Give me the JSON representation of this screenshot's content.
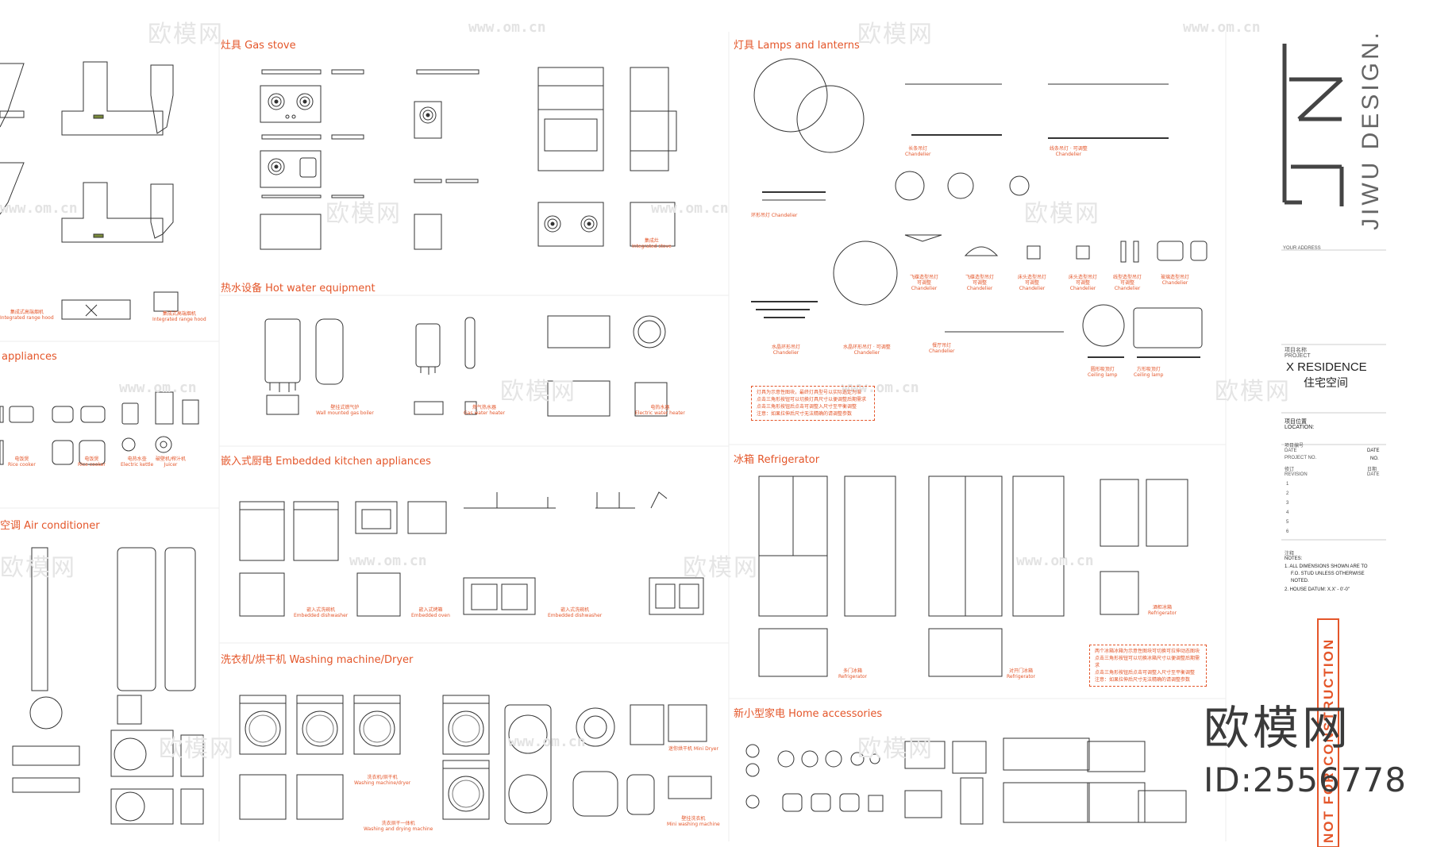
{
  "sections": {
    "gas_stove": "灶具 Gas stove",
    "lamps": "灯具 Lamps and lanterns",
    "appliances": "appliances",
    "hot_water": "热水设备 Hot water equipment",
    "embedded": "嵌入式厨电 Embedded kitchen appliances",
    "refrigerator": "冰箱 Refrigerator",
    "air_conditioner": "空调 Air conditioner",
    "washing": "洗衣机/烘干机 Washing machine/Dryer",
    "home_accessories": "新小型家电 Home accessories"
  },
  "labels": {
    "range_hood_1": [
      "集成式高端烟机",
      "Integrated range hood"
    ],
    "range_hood_2": [
      "集成式高端烟机",
      "Integrated range hood"
    ],
    "rice_cooker_1": [
      "电饭煲",
      "Rice cooker"
    ],
    "rice_cooker_2": [
      "电饭煲",
      "Rice cooker"
    ],
    "kettle": [
      "电热水壶",
      "Electric kettle"
    ],
    "juicer": [
      "破壁机/榨汁机",
      "Juicer"
    ],
    "wall_boiler": [
      "壁挂式燃气炉",
      "Wall mounted gas boiler"
    ],
    "gas_heater": [
      "燃气热水器",
      "Gas water heater"
    ],
    "elec_heater": [
      "电热水器",
      "Electric water heater"
    ],
    "integrated_stove": [
      "集成灶",
      "Integrated stove"
    ],
    "dishwasher": [
      "嵌入式洗碗机",
      "Embedded dishwasher"
    ],
    "oven": [
      "嵌入式烤箱",
      "Embedded oven"
    ],
    "dishwasher_2": [
      "嵌入式洗碗机",
      "Embedded dishwasher"
    ],
    "refrigerator_1": [
      "多门冰箱",
      "Refrigerator"
    ],
    "refrigerator_2": [
      "对开门冰箱",
      "Refrigerator"
    ],
    "refrigerator_3": [
      "酒柜冰箱",
      "Refrigerator"
    ],
    "mini_dryer": [
      "迷你烘干机 Mini Dryer"
    ],
    "washer_dryer": [
      "洗衣机/烘干机",
      "Washing machine/dryer"
    ],
    "washing_drying": [
      "洗衣烘干一体机",
      "Washing and drying machine"
    ],
    "mini_washing": [
      "壁挂洗衣机",
      "Mini washing machine"
    ],
    "chandelier_1": [
      "长条吊灯",
      "Chandelier"
    ],
    "chandelier_2": [
      "线条吊灯 · 可调整",
      "Chandelier"
    ],
    "chandelier_3": [
      "环形吊灯 Chandelier"
    ],
    "chandelier_4": [
      "水晶环形吊灯",
      "Chandelier"
    ],
    "chandelier_5": [
      "水晶环形吊灯 · 可调整",
      "Chandelier"
    ],
    "chandelier_6": [
      "餐厅吊灯",
      "Chandelier"
    ],
    "ceiling_1": [
      "圆形吸顶灯",
      "Ceiling lamp"
    ],
    "ceiling_2": [
      "方形吸顶灯",
      "Ceiling lamp"
    ],
    "pendant_1": [
      "飞碟造型吊灯",
      "可调整",
      "Chandelier"
    ],
    "pendant_2": [
      "飞碟造型吊灯",
      "可调整",
      "Chandelier"
    ],
    "pendant_3": [
      "床头造型吊灯",
      "可调整",
      "Chandelier"
    ],
    "pendant_4": [
      "床头造型吊灯",
      "可调整",
      "Chandelier"
    ],
    "pendant_5": [
      "线型造型吊灯",
      "可调整",
      "Chandelier"
    ],
    "pendant_6": [
      "玻璃造型吊灯",
      "Chandelier"
    ]
  },
  "notes_box_1": [
    "灯具为示意性图块，最终灯具型号以实际选定为准",
    "点击三角形按钮可以切换灯具尺寸以便调整后期需求",
    "点击三角形按钮后点击可调整入尺寸至平衡调整",
    "注意：如果拉伸后尺寸无法精确的请调整参数"
  ],
  "notes_box_2": [
    "两个冰箱冰箱为示意性图块可切换可拉伸动态图块",
    "点击三角形按钮可以切换冰箱尺寸以便调整后期需求",
    "点击三角形按钮后点击可调整入尺寸至平衡调整",
    "注意：如果拉伸后尺寸无法精确的请调整参数"
  ],
  "watermark": {
    "cn": "欧模网",
    "url": "www.om.cn"
  },
  "title_block": {
    "your_address": "YOUR ADDRESS",
    "project_label_cn": "项目名称",
    "project_label_en": "PROJECT",
    "project_name": "X RESIDENCE",
    "project_name_cn": "住宅空间",
    "location_cn": "项目位置",
    "location_en": "LOCATION:",
    "number_cn": "项目编号",
    "date_en": "DATE",
    "project_no_en": "PROJECT NO.",
    "revision_cn": "修订",
    "revision_en": "REVISION",
    "date_right": "DATE",
    "no_right": "NO.",
    "date_cn_right": "日期",
    "date_right_2": "DATE",
    "revision_numbers": [
      "1",
      "2",
      "3",
      "4",
      "5",
      "6"
    ],
    "notes_cn": "注释",
    "notes_en": "NOTES:",
    "note_1": "1. ALL DIMENSIONS SHOWN ARE TO",
    "note_1b": "F.O. STUD UNLESS OTHERWISE",
    "note_1c": "NOTED.",
    "note_2": "2. HOUSE DATUM: X.X' - 0'-0\"",
    "designer": "JIWU DESIGN.",
    "stamp": "NOT FOR CONSTRUCTION"
  },
  "brand": {
    "name": "欧模网",
    "id": "ID:2556778"
  }
}
